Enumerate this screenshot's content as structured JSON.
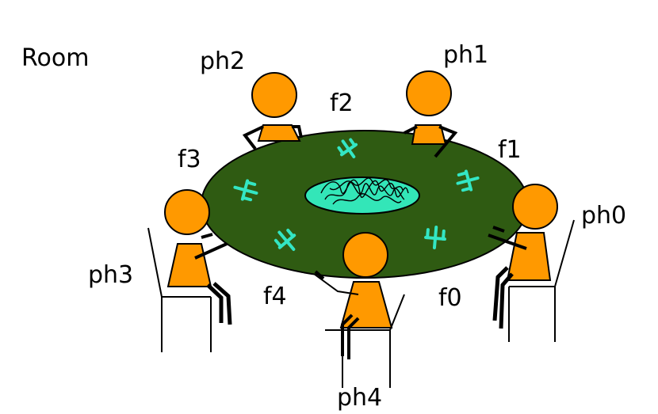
{
  "room_label": "Room",
  "philosophers": [
    {
      "id": "ph0",
      "label": "ph0"
    },
    {
      "id": "ph1",
      "label": "ph1"
    },
    {
      "id": "ph2",
      "label": "ph2"
    },
    {
      "id": "ph3",
      "label": "ph3"
    },
    {
      "id": "ph4",
      "label": "ph4"
    }
  ],
  "forks": [
    {
      "id": "f0",
      "label": "f0"
    },
    {
      "id": "f1",
      "label": "f1"
    },
    {
      "id": "f2",
      "label": "f2"
    },
    {
      "id": "f3",
      "label": "f3"
    },
    {
      "id": "f4",
      "label": "f4"
    }
  ],
  "colors": {
    "table": "#2f5b12",
    "philosopher": "#ff9900",
    "fork": "#33e6c4",
    "plate": "#33e6b8",
    "outline": "#000000"
  },
  "icons": {
    "fork": "fork-icon",
    "spaghetti": "spaghetti-icon",
    "chair": "chair-icon"
  }
}
